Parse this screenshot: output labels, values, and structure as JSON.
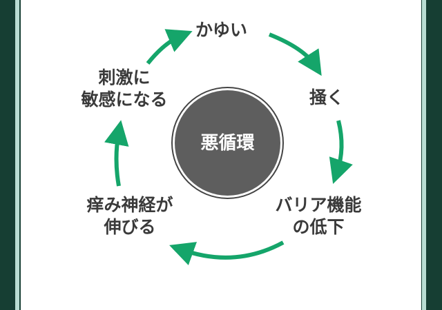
{
  "diagram": {
    "center": "悪循環",
    "steps": {
      "top": "かゆい",
      "right": "掻く",
      "bottom_right": [
        "バリア機能",
        "の低下"
      ],
      "bottom_left": [
        "痒み神経が",
        "伸びる"
      ],
      "left": [
        "刺激に",
        "敏感になる"
      ]
    },
    "colors": {
      "arrow": "#15a56a",
      "circle": "#5e5e5e",
      "background": "#163e33",
      "border": "#b9ddd3"
    }
  }
}
